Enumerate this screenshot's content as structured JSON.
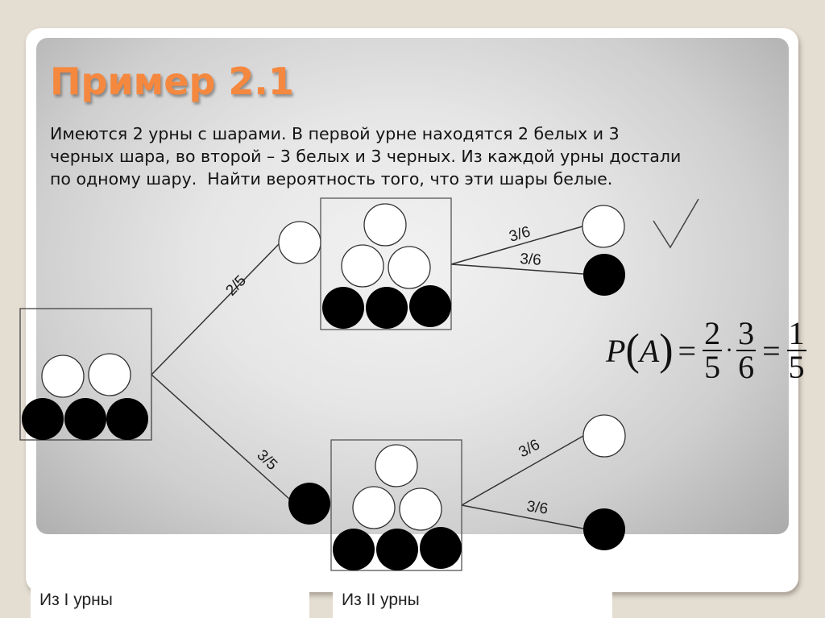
{
  "slide": {
    "title": "Пример 2.1",
    "problem_lines": [
      "Имеются 2 урны с шарами. В первой урне находятся 2 белых и 3",
      "черных шара, во второй – 3 белых и 3 черных. Из каждой урны достали",
      "по одному шару.  Найти вероятность того, что эти шары белые."
    ]
  },
  "diagram": {
    "urn_1": {
      "white_balls": 2,
      "black_balls": 3
    },
    "urn_2_top": {
      "white_balls": 3,
      "black_balls": 3
    },
    "urn_2_bottom": {
      "white_balls": 3,
      "black_balls": 3
    },
    "edges": {
      "urn1_white": "2/5",
      "urn1_black": "3/5",
      "top_white": "3/6",
      "top_black": "3/6",
      "bottom_white": "3/6",
      "bottom_black": "3/6"
    },
    "checkmark_icon": "check-icon",
    "colors": {
      "white_ball": "#ffffff",
      "black_ball": "#000000",
      "line": "#333333"
    }
  },
  "formula": {
    "lhs_func": "P",
    "lhs_open": "(",
    "lhs_arg": "A",
    "lhs_close": ")",
    "eq1": "=",
    "f1_num": "2",
    "f1_den": "5",
    "times": "·",
    "f2_num": "3",
    "f2_den": "6",
    "eq2": "=",
    "result_num": "1",
    "result_den": "5"
  },
  "captions": {
    "urn_1": "Из I урны",
    "urn_2": "Из II урны"
  },
  "colors": {
    "title": "#f5883f",
    "background": "#e4ddd2"
  }
}
